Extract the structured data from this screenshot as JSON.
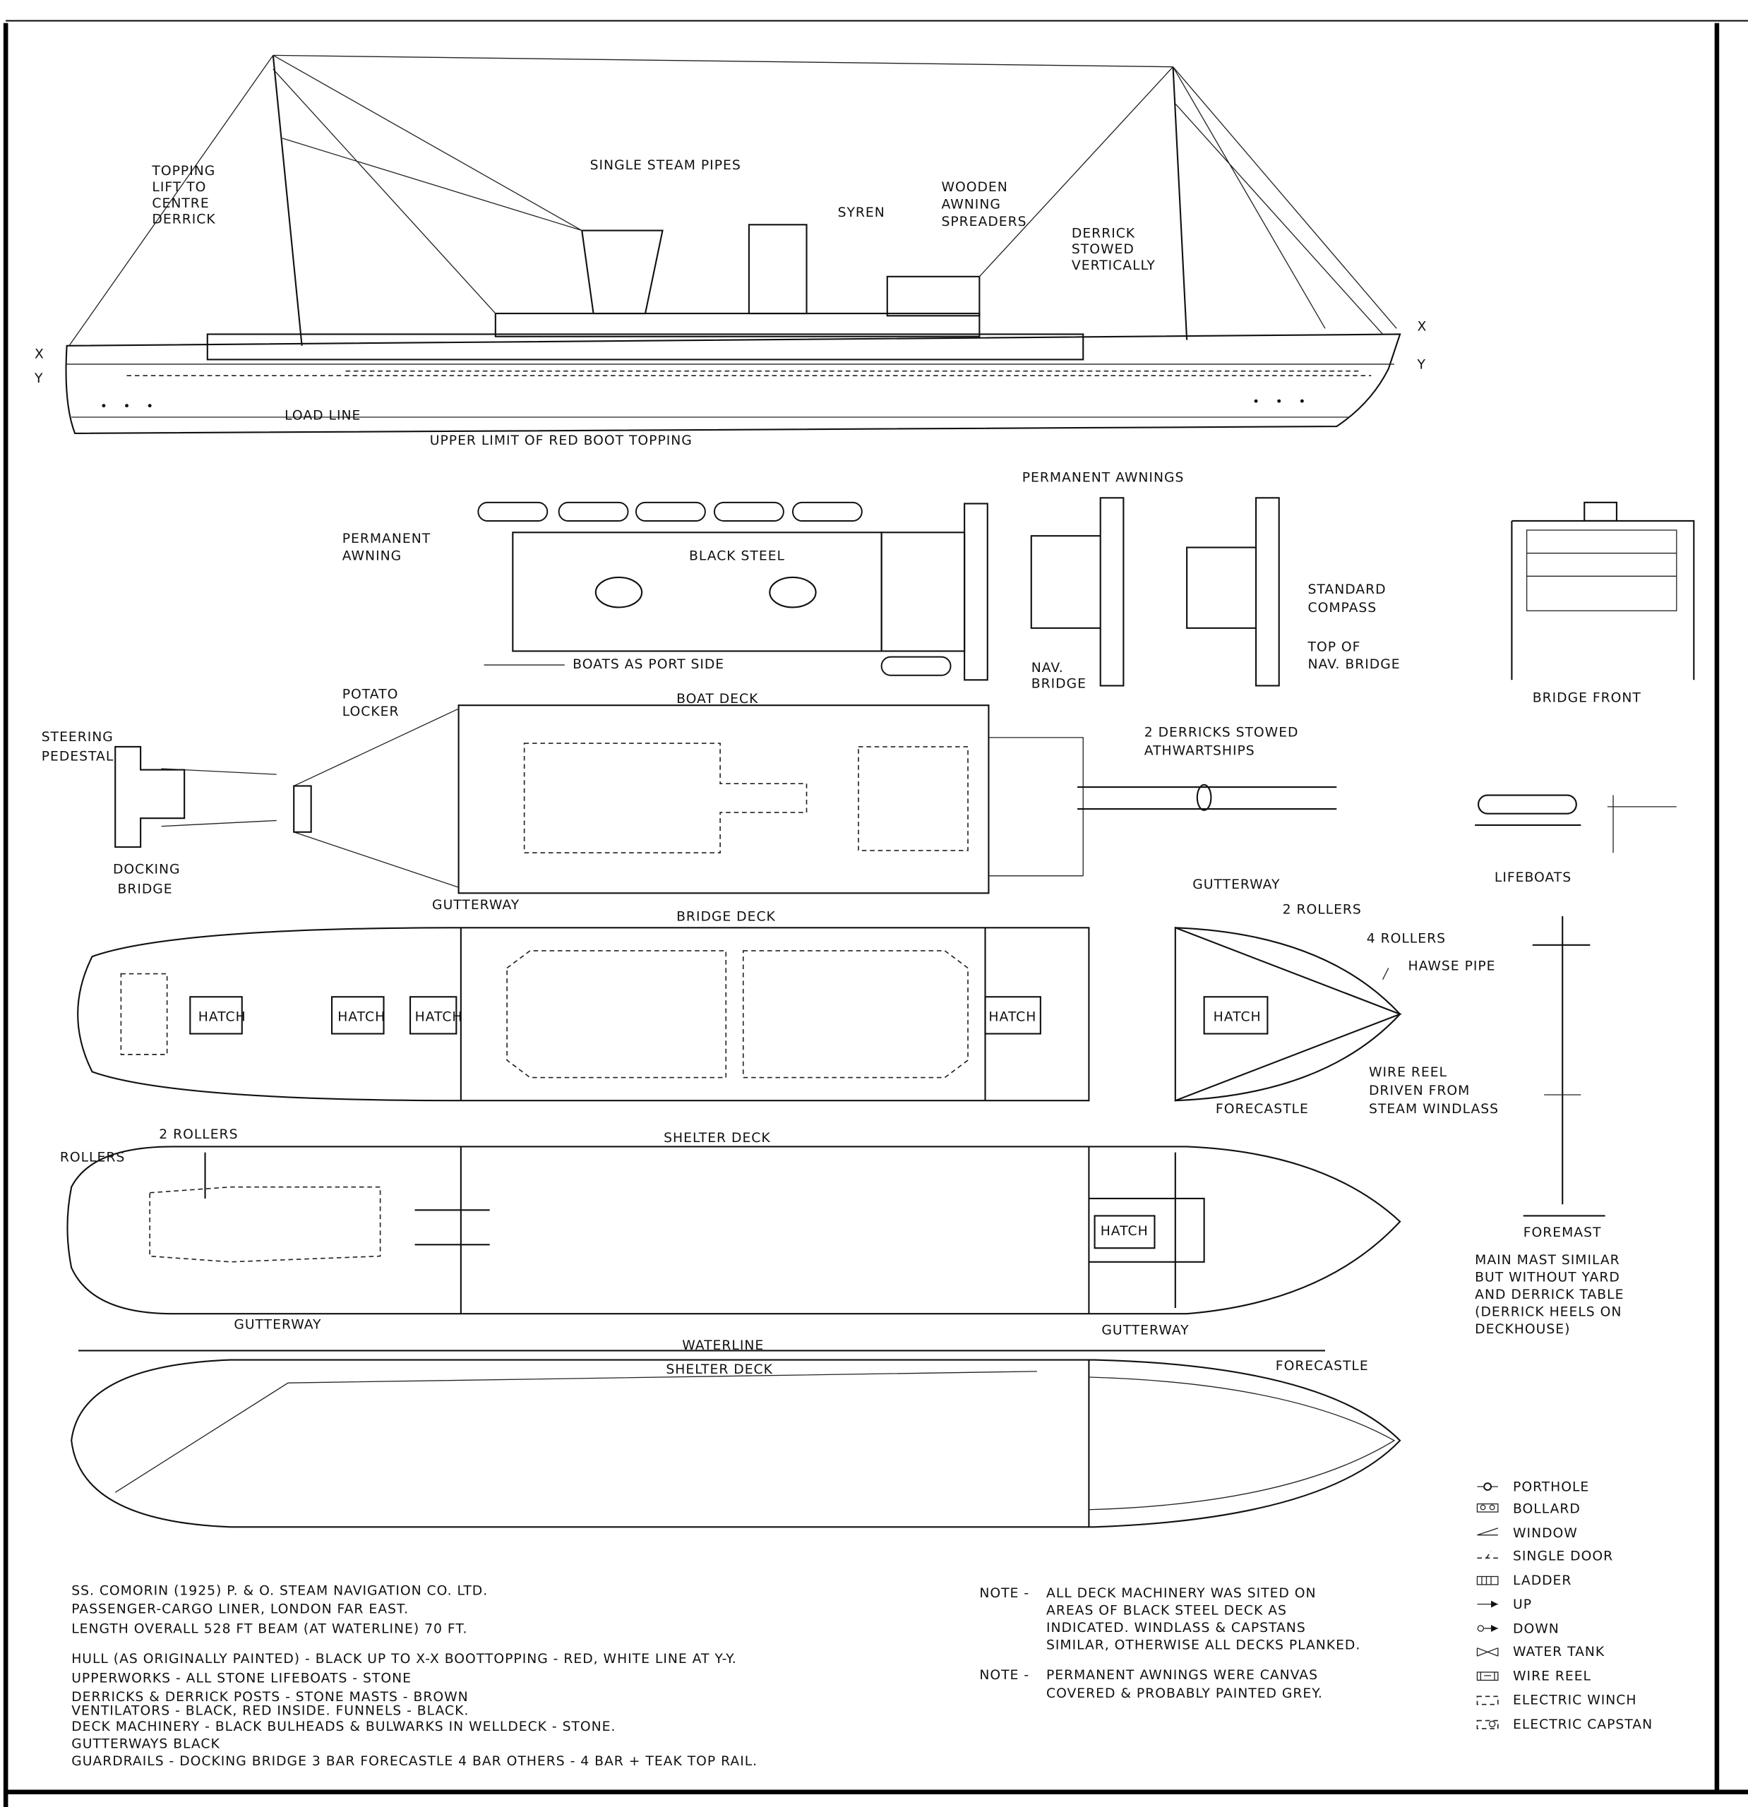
{
  "profile": {
    "topping_lift": [
      "TOPPING",
      "LIFT TO",
      "CENTRE",
      "DERRICK"
    ],
    "single_steam_pipes": "SINGLE STEAM PIPES",
    "syren": "SYREN",
    "wooden_awning": [
      "WOODEN",
      "AWNING",
      "SPREADERS"
    ],
    "derrick_stowed": [
      "DERRICK",
      "STOWED",
      "VERTICALLY"
    ],
    "x_mark": "X",
    "y_mark": "Y",
    "load_line": "LOAD LINE",
    "boot_topping": "UPPER LIMIT OF RED BOOT TOPPING"
  },
  "upper_plans": {
    "permanent_awnings": "PERMANENT AWNINGS",
    "permanent_awning": [
      "PERMANENT",
      "AWNING"
    ],
    "black_steel": "BLACK STEEL",
    "boats_port_side": "BOATS AS PORT SIDE",
    "standard_compass": [
      "STANDARD",
      "COMPASS"
    ],
    "top_nav_bridge": [
      "TOP OF",
      "NAV. BRIDGE"
    ],
    "nav_bridge": [
      "NAV.",
      "BRIDGE"
    ],
    "bridge_front": "BRIDGE FRONT"
  },
  "boat_deck": {
    "title": "BOAT DECK",
    "potato_locker": [
      "POTATO",
      "LOCKER"
    ],
    "steering_pedestal": [
      "STEERING",
      "PEDESTAL"
    ],
    "docking_bridge": [
      "DOCKING",
      "BRIDGE"
    ],
    "derricks_athwart": [
      "2 DERRICKS STOWED",
      "ATHWARTSHIPS"
    ],
    "lifeboats": "LIFEBOATS"
  },
  "bridge_deck": {
    "title": "BRIDGE DECK",
    "gutterway": "GUTTERWAY",
    "hatch": "HATCH",
    "forecastle_gutterway": "GUTTERWAY",
    "two_rollers": "2 ROLLERS",
    "four_rollers": "4 ROLLERS",
    "hawse_pipe": "HAWSE PIPE",
    "wire_reel": [
      "WIRE REEL",
      "DRIVEN FROM",
      "STEAM WINDLASS"
    ],
    "forecastle": "FORECASTLE"
  },
  "shelter_deck": {
    "title": "SHELTER DECK",
    "two_rollers": "2 ROLLERS",
    "rollers": "ROLLERS",
    "hatch": "HATCH",
    "gutterway": "GUTTERWAY"
  },
  "foremast": {
    "title": "FOREMAST",
    "note": [
      "MAIN MAST SIMILAR",
      "BUT WITHOUT YARD",
      "AND DERRICK TABLE",
      "(DERRICK HEELS ON",
      "DECKHOUSE)"
    ]
  },
  "waterline_plan": {
    "waterline": "WATERLINE",
    "shelter_deck": "SHELTER DECK",
    "forecastle": "FORECASTLE"
  },
  "specs": [
    "SS. COMORIN (1925) P. & O. STEAM NAVIGATION CO. LTD.",
    "PASSENGER-CARGO LINER, LONDON FAR EAST.",
    "LENGTH OVERALL 528 FT   BEAM (AT WATERLINE) 70 FT."
  ],
  "paint": [
    "HULL (AS ORIGINALLY PAINTED) - BLACK UP TO X-X   BOOTTOPPING - RED, WHITE LINE AT Y-Y.",
    "UPPERWORKS - ALL STONE   LIFEBOATS - STONE",
    "DERRICKS & DERRICK POSTS - STONE   MASTS - BROWN",
    "VENTILATORS - BLACK, RED INSIDE.   FUNNELS - BLACK.",
    "DECK MACHINERY - BLACK   BULHEADS & BULWARKS IN WELLDECK - STONE.",
    "GUTTERWAYS  BLACK",
    "GUARDRAILS - DOCKING BRIDGE 3 BAR   FORECASTLE 4 BAR   OTHERS - 4 BAR + TEAK TOP RAIL."
  ],
  "notes": [
    {
      "label": "NOTE -",
      "lines": [
        "ALL DECK MACHINERY WAS SITED ON",
        "AREAS OF BLACK STEEL DECK AS",
        "INDICATED. WINDLASS & CAPSTANS",
        "SIMILAR, OTHERWISE ALL DECKS PLANKED."
      ]
    },
    {
      "label": "NOTE -",
      "lines": [
        "PERMANENT AWNINGS WERE CANVAS",
        "COVERED & PROBABLY PAINTED GREY."
      ]
    }
  ],
  "legend": [
    {
      "icon": "porthole-icon",
      "label": "PORTHOLE"
    },
    {
      "icon": "bollard-icon",
      "label": "BOLLARD"
    },
    {
      "icon": "window-icon",
      "label": "WINDOW"
    },
    {
      "icon": "single-door-icon",
      "label": "SINGLE DOOR"
    },
    {
      "icon": "ladder-icon",
      "label": "LADDER"
    },
    {
      "icon": "up-arrow-icon",
      "label": "UP"
    },
    {
      "icon": "down-arrow-icon",
      "label": "DOWN"
    },
    {
      "icon": "water-tank-icon",
      "label": "WATER TANK"
    },
    {
      "icon": "wire-reel-icon",
      "label": "WIRE REEL"
    },
    {
      "icon": "electric-winch-icon",
      "label": "ELECTRIC WINCH"
    },
    {
      "icon": "electric-capstan-icon",
      "label": "ELECTRIC CAPSTAN"
    }
  ]
}
